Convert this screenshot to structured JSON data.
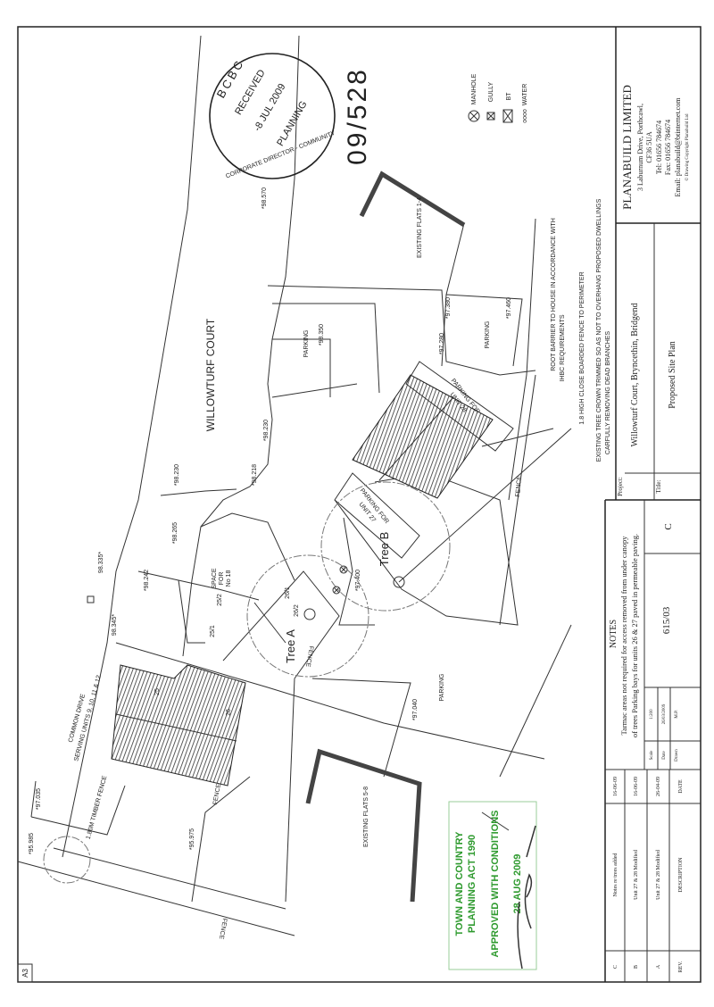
{
  "sheet_size": "A3",
  "received_stamp": {
    "authority": "BCBC",
    "status": "RECEIVED",
    "date": "-8 JUL 2009",
    "department": "PLANNING",
    "ring": "CORPORATE DIRECTOR - COMMUNITY"
  },
  "application_number": "09/528",
  "legend": [
    {
      "icon": "manhole-icon",
      "label": "MANHOLE"
    },
    {
      "icon": "gully-icon",
      "label": "GULLY"
    },
    {
      "icon": "bt-icon",
      "label": "BT"
    },
    {
      "icon": "water-icon",
      "label": "WATER",
      "symbol": "oooo"
    }
  ],
  "approval_stamp": {
    "line1": "TOWN AND COUNTRY",
    "line2": "PLANNING ACT 1990",
    "line3": "APPROVED WITH CONDITIONS",
    "date": "28 AUG 2009",
    "color": "#2e9a2e"
  },
  "plan": {
    "road": "WILLOWTURF COURT",
    "common_drive": "COMMON DRIVE",
    "common_drive_2": "SERVING UNITS 9, 10, 11 & 12",
    "timber_fence": "1.80M TIMBER FENCE",
    "fence": "FENCE",
    "flats_1_4": "EXISTING FLATS 1-4",
    "flats_5_8": "EXISTING FLATS 5-8",
    "parking": "PARKING",
    "parking_28_a": "PARKING FOR",
    "parking_28_b": "UNIT 28",
    "parking_27_a": "PARKING FOR",
    "parking_27_b": "UNIT 27",
    "space_a": "SPACE",
    "space_b": "FOR",
    "space_c": "No 18",
    "plots": [
      "25/1",
      "25/2",
      "26/1",
      "26/2",
      "25",
      "26"
    ],
    "tree_a": "Tree A",
    "tree_b": "Tree B",
    "levels": [
      "*95.985",
      "*97.035",
      "98.335*",
      "98.345*",
      "*98.242",
      "*98.265",
      "*98.230",
      "*98.218",
      "*98.230",
      "*98.350",
      "*98.570",
      "*97.380",
      "*97.280",
      "*97.460",
      "*97.400",
      "*97.040",
      "*95.975"
    ],
    "note_root_1": "ROOT BARRIER TO HOUSE IN ACCORDANCE WITH",
    "note_root_2": "IHBC REQUIREMENTS",
    "note_fence": "1.8 HIGH CLOSE BOARDED FENCE TO PERIMETER",
    "note_crown_1": "EXISTING TREE CROWN TRIMMED SO AS NOT TO OVERHANG PROPOSED DWELLINGS",
    "note_crown_2": "CARFULLY REMOVING DEAD BRANCHES"
  },
  "title_block": {
    "company": "PLANABUILD LIMITED",
    "address_1": "3 Laburnum Drive, Porthcawl,",
    "address_2": "CF36 5UA",
    "tel": "Tel: 01656 784674",
    "fax": "Fax: 01656 784674",
    "email": "Email: planabuild@btinternet.com",
    "copyright": "© Drawing Copyright Planabuild Ltd",
    "project_label": "Project:",
    "project": "Willowturf Court, Bryncethin, Bridgend",
    "title_label": "Title:",
    "title": "Proposed Site Plan",
    "notes_heading": "NOTES",
    "notes_1": "Tarmac areas not required for access removed from under canopy",
    "notes_2": "of trees Parking bays for units 26 & 27 paved in permeable paving.",
    "scale_label": "Scale",
    "scale": "1:200",
    "date_label": "Date",
    "date": "26/03/2009",
    "drawn_label": "Drawn",
    "drawn": "M.P.",
    "drawing_number": "615/03",
    "revision": "C",
    "revisions": [
      {
        "rev": "C",
        "description": "Notes re trees added",
        "date": "16-06-09"
      },
      {
        "rev": "B",
        "description": "Unit 27 & 28 Modified",
        "date": "16-06-09"
      },
      {
        "rev": "A",
        "description": "Unit 27 & 28 Modified",
        "date": "26-04-09"
      }
    ],
    "rev_header": "REV.",
    "description_header": "DESCRIPTION",
    "date_header": "DATE"
  }
}
